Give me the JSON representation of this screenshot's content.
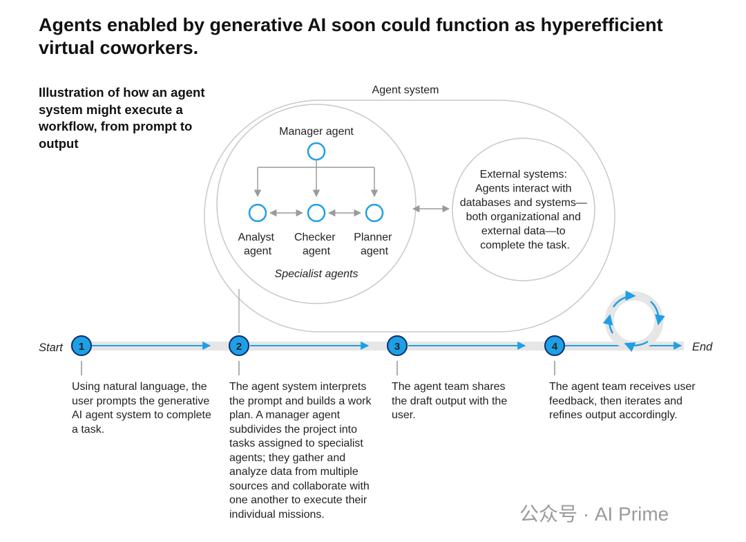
{
  "title": "Agents enabled by generative AI soon could function as hyperefficient virtual coworkers.",
  "subtitle": "Illustration of how an agent system might execute a workflow, from prompt to output",
  "agent_system": {
    "label": "Agent system",
    "manager_label": "Manager agent",
    "analyst_lines": [
      "Analyst",
      "agent"
    ],
    "checker_lines": [
      "Checker",
      "agent"
    ],
    "planner_lines": [
      "Planner",
      "agent"
    ],
    "specialist_label": "Specialist agents",
    "external_lines": [
      "External systems:",
      "Agents interact with",
      "databases and systems—",
      "both organizational and",
      "external data—to",
      "complete the task."
    ]
  },
  "timeline": {
    "start_label": "Start",
    "end_label": "End",
    "steps": [
      {
        "number": "1",
        "text": "Using natural language, the user prompts the generative AI agent system to complete a task."
      },
      {
        "number": "2",
        "text": "The agent system interprets the prompt and builds a work plan. A manager agent subdivides the project into tasks assigned to specialist agents; they gather and analyze data from multiple sources and collaborate with one another to execute their individual missions."
      },
      {
        "number": "3",
        "text": "The agent team shares the draft output with the user."
      },
      {
        "number": "4",
        "text": "The agent team receives user feedback, then iterates and refines output accordingly."
      }
    ]
  },
  "watermark": "公众号 · AI Prime",
  "colors": {
    "accent": "#1e9fe6",
    "dark_blue": "#0d2d6b",
    "gray_line": "#999999",
    "track": "#e6e6e6"
  }
}
